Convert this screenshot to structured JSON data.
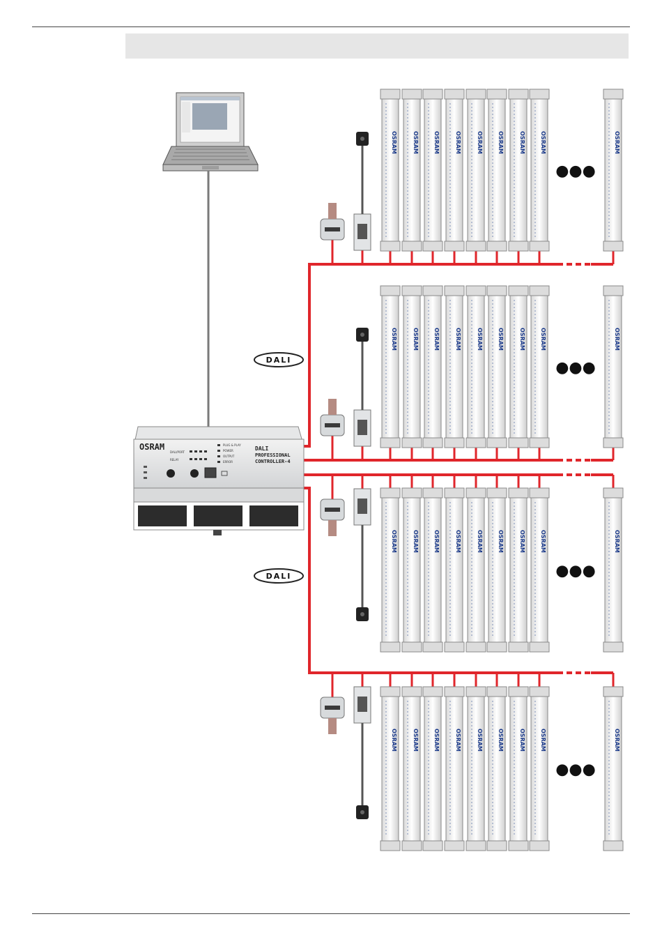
{
  "header": {
    "banner_text": ""
  },
  "laptop": {
    "name": "pc-laptop"
  },
  "controller": {
    "brand": "OSRAM",
    "title_line1": "DALI",
    "title_line2": "PROFESSIONAL",
    "title_line3": "CONTROLLER-4",
    "status_labels": [
      "PLUG & PLAY",
      "POWER",
      "OUTPUT",
      "ERROR"
    ],
    "channel_labels": [
      "DALI/PORT",
      "RELAY"
    ]
  },
  "dali_badges": [
    "DALI",
    "DALI"
  ],
  "ecg_brand": "OSRAM",
  "bus_color": "#e0262b",
  "continuation_symbol": "●●●",
  "lines": [
    {
      "id": 1,
      "sensor_position": "above",
      "devices": 9
    },
    {
      "id": 2,
      "sensor_position": "above",
      "devices": 9
    },
    {
      "id": 3,
      "sensor_position": "below",
      "devices": 9
    },
    {
      "id": 4,
      "sensor_position": "below",
      "devices": 9
    }
  ]
}
